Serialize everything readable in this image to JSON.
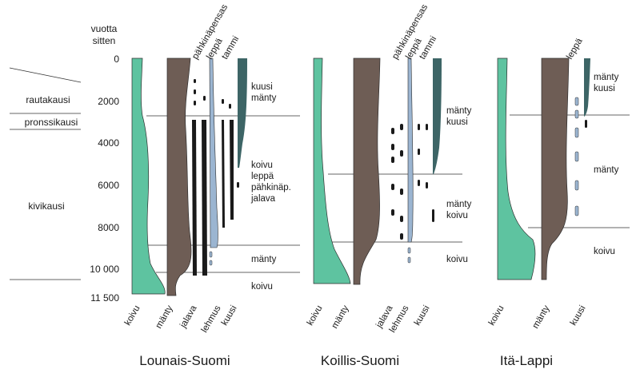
{
  "axis": {
    "title_line1": "vuotta",
    "title_line2": "sitten",
    "ticks": [
      {
        "label": "0",
        "years": 0
      },
      {
        "label": "2000",
        "years": 2000
      },
      {
        "label": "4000",
        "years": 4000
      },
      {
        "label": "6000",
        "years": 6000
      },
      {
        "label": "8000",
        "years": 8000
      },
      {
        "label": "10 000",
        "years": 10000
      },
      {
        "label": "11 500",
        "years": 11500
      }
    ]
  },
  "periods": [
    {
      "label": "rautakausi"
    },
    {
      "label": "pronssikausi"
    },
    {
      "label": "kivikausi"
    }
  ],
  "regions": [
    {
      "name": "Lounais-Suomi",
      "top_labels": [
        "pähkinäpensas",
        "leppä",
        "tammi"
      ],
      "bottom_labels": [
        "koivu",
        "mänty",
        "jalava",
        "lehmus",
        "kuusi"
      ],
      "zones": [
        "kuusi",
        "mänty",
        "koivu",
        "leppä",
        "pähkinäp.",
        "jalava",
        "mänty",
        "koivu"
      ]
    },
    {
      "name": "Koillis-Suomi",
      "top_labels": [
        "pähkinäpensas",
        "leppä",
        "tammi"
      ],
      "bottom_labels": [
        "koivu",
        "mänty",
        "jalava",
        "lehmus",
        "kuusi"
      ],
      "zones": [
        "mänty",
        "kuusi",
        "mänty",
        "koivu",
        "koivu"
      ]
    },
    {
      "name": "Itä-Lappi",
      "top_labels": [
        "leppä"
      ],
      "bottom_labels": [
        "koivu",
        "mänty",
        "kuusi"
      ],
      "zones": [
        "mänty",
        "kuusi",
        "mänty",
        "koivu"
      ]
    }
  ],
  "colors": {
    "koivu": "#5ec3a0",
    "manty": "#6e5d55",
    "leppa": "#9bb5d1",
    "tammi": "#3d6566",
    "black": "#1a1a1a",
    "divider": "#444444"
  }
}
